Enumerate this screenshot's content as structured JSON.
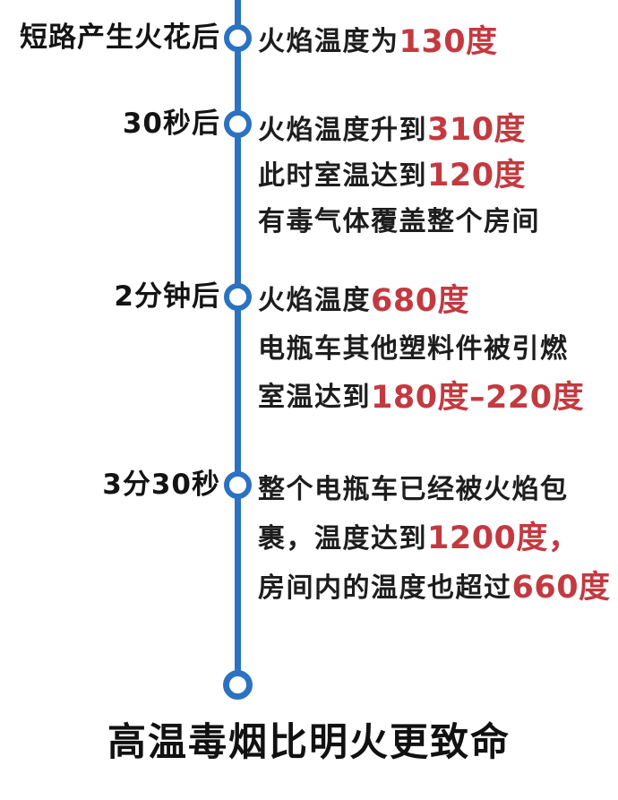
{
  "colors": {
    "line_blue": "#2b72c3",
    "highlight_red": "#c23a40",
    "text_black": "#1d1d1d"
  },
  "timeline": {
    "events": [
      {
        "time_label": "短路产生火花后",
        "lines": [
          {
            "segments": [
              {
                "text": "火焰温度为",
                "highlight": false
              },
              {
                "text": "130度",
                "highlight": true
              }
            ]
          }
        ]
      },
      {
        "time_label": "30秒后",
        "lines": [
          {
            "segments": [
              {
                "text": "火焰温度升到",
                "highlight": false
              },
              {
                "text": "310度",
                "highlight": true
              }
            ]
          },
          {
            "segments": [
              {
                "text": "此时室温达到",
                "highlight": false
              },
              {
                "text": "120度",
                "highlight": true
              }
            ]
          },
          {
            "segments": [
              {
                "text": "有毒气体覆盖整个房间",
                "highlight": false
              }
            ]
          }
        ]
      },
      {
        "time_label": "2分钟后",
        "lines": [
          {
            "segments": [
              {
                "text": "火焰温度",
                "highlight": false
              },
              {
                "text": "680度",
                "highlight": true
              }
            ]
          },
          {
            "segments": [
              {
                "text": "电瓶车其他塑料件被引燃",
                "highlight": false
              }
            ]
          },
          {
            "segments": [
              {
                "text": "室温达到",
                "highlight": false
              },
              {
                "text": "180度–220度",
                "highlight": true
              }
            ]
          }
        ]
      },
      {
        "time_label": "3分30秒",
        "lines": [
          {
            "segments": [
              {
                "text": "整个电瓶车已经被火焰包",
                "highlight": false
              }
            ]
          },
          {
            "segments": [
              {
                "text": "裹，温度达到",
                "highlight": false
              },
              {
                "text": "1200度，",
                "highlight": true
              }
            ]
          },
          {
            "segments": [
              {
                "text": "房间内的温度也超过",
                "highlight": false
              },
              {
                "text": "660度",
                "highlight": true
              }
            ]
          }
        ]
      }
    ],
    "footer": "高温毒烟比明火更致命"
  }
}
